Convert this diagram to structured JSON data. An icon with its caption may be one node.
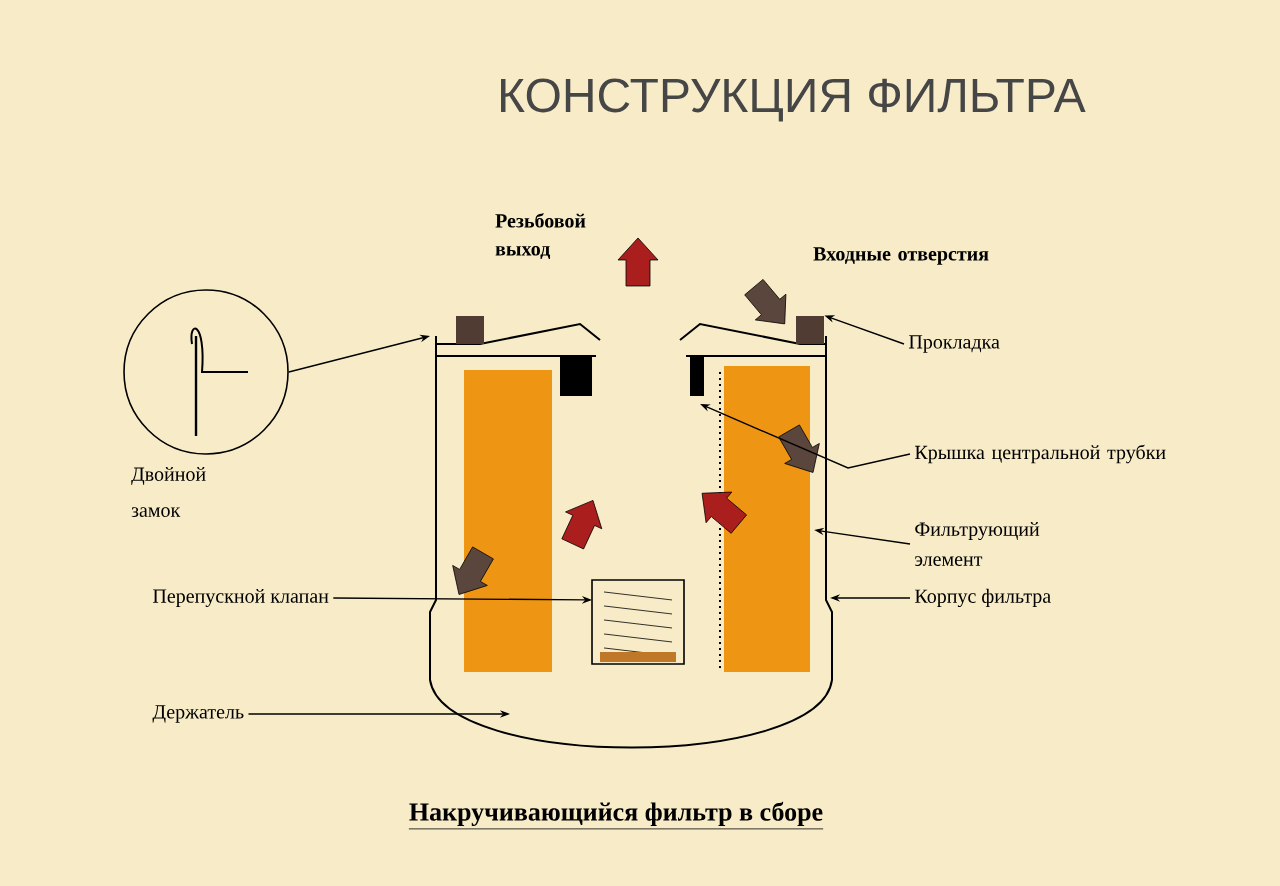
{
  "diagram": {
    "title": "КОНСТРУКЦИЯ ФИЛЬТРА",
    "caption": "Накручивающийся фильтр в сборе",
    "nodes": [
      {
        "text": [
          "Прокладка"
        ]
      },
      {
        "text": [
          "Крышка центральной трубки"
        ]
      },
      {
        "text": [
          "Фильтрующий элемент"
        ]
      },
      {
        "text": [
          "Корпус фильтра"
        ]
      },
      {
        "text": [
          "Перепускной клапан"
        ]
      },
      {
        "text": [
          "Держатель"
        ]
      },
      {
        "text": [],
        "shape": "circle",
        "beside": [
          "Двойной замок"
        ]
      },
      {
        "text": [],
        "shape": "box"
      }
    ],
    "edges": [
      {
        "from": 0,
        "to": 7,
        "arrow": "to"
      },
      {
        "from": 1,
        "to": null,
        "arrow": "to"
      },
      {
        "from": 2,
        "to": null,
        "arrow": "to"
      },
      {
        "from": 3,
        "to": null,
        "arrow": "to"
      },
      {
        "from": 4,
        "to": null,
        "arrow": "to"
      },
      {
        "from": 5,
        "to": null,
        "arrow": "to"
      },
      {
        "from": 6,
        "to": null,
        "arrow": "to"
      }
    ],
    "labels": [
      "Резьбовой выход",
      "Входные отверстия"
    ]
  }
}
